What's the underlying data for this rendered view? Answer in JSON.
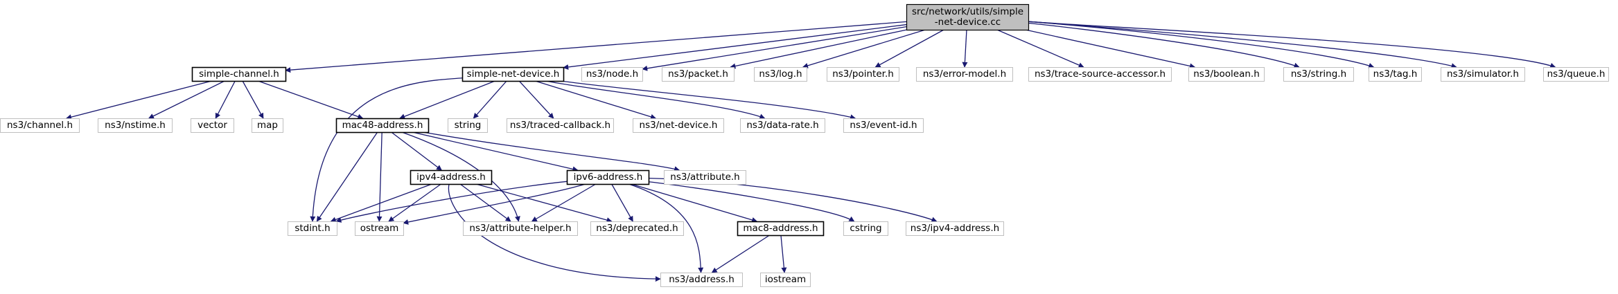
{
  "graph": {
    "colors": {
      "edge": "#191970",
      "root_fill": "#bfbfbf",
      "gray_border": "#bfbfbf",
      "black_border": "#000000"
    },
    "nodes": [
      {
        "id": "root",
        "lines": [
          "src/network/utils/simple",
          "-net-device.cc"
        ],
        "style": "root"
      },
      {
        "id": "simple-channel",
        "lines": [
          "simple-channel.h"
        ],
        "style": "black"
      },
      {
        "id": "simple-net-device",
        "lines": [
          "simple-net-device.h"
        ],
        "style": "black"
      },
      {
        "id": "node",
        "lines": [
          "ns3/node.h"
        ],
        "style": "gray"
      },
      {
        "id": "packet",
        "lines": [
          "ns3/packet.h"
        ],
        "style": "gray"
      },
      {
        "id": "log",
        "lines": [
          "ns3/log.h"
        ],
        "style": "gray"
      },
      {
        "id": "pointer",
        "lines": [
          "ns3/pointer.h"
        ],
        "style": "gray"
      },
      {
        "id": "error-model",
        "lines": [
          "ns3/error-model.h"
        ],
        "style": "gray"
      },
      {
        "id": "trace-source-accessor",
        "lines": [
          "ns3/trace-source-accessor.h"
        ],
        "style": "gray"
      },
      {
        "id": "boolean",
        "lines": [
          "ns3/boolean.h"
        ],
        "style": "gray"
      },
      {
        "id": "string-h",
        "lines": [
          "ns3/string.h"
        ],
        "style": "gray"
      },
      {
        "id": "tag",
        "lines": [
          "ns3/tag.h"
        ],
        "style": "gray"
      },
      {
        "id": "simulator",
        "lines": [
          "ns3/simulator.h"
        ],
        "style": "gray"
      },
      {
        "id": "queue",
        "lines": [
          "ns3/queue.h"
        ],
        "style": "gray"
      },
      {
        "id": "channel",
        "lines": [
          "ns3/channel.h"
        ],
        "style": "gray"
      },
      {
        "id": "nstime",
        "lines": [
          "ns3/nstime.h"
        ],
        "style": "gray"
      },
      {
        "id": "vector",
        "lines": [
          "vector"
        ],
        "style": "gray"
      },
      {
        "id": "map",
        "lines": [
          "map"
        ],
        "style": "gray"
      },
      {
        "id": "mac48",
        "lines": [
          "mac48-address.h"
        ],
        "style": "black"
      },
      {
        "id": "string",
        "lines": [
          "string"
        ],
        "style": "gray"
      },
      {
        "id": "traced-callback",
        "lines": [
          "ns3/traced-callback.h"
        ],
        "style": "gray"
      },
      {
        "id": "net-device",
        "lines": [
          "ns3/net-device.h"
        ],
        "style": "gray"
      },
      {
        "id": "data-rate",
        "lines": [
          "ns3/data-rate.h"
        ],
        "style": "gray"
      },
      {
        "id": "event-id",
        "lines": [
          "ns3/event-id.h"
        ],
        "style": "gray"
      },
      {
        "id": "attribute",
        "lines": [
          "ns3/attribute.h"
        ],
        "style": "gray"
      },
      {
        "id": "ipv4",
        "lines": [
          "ipv4-address.h"
        ],
        "style": "black"
      },
      {
        "id": "ipv6",
        "lines": [
          "ipv6-address.h"
        ],
        "style": "black"
      },
      {
        "id": "stdint",
        "lines": [
          "stdint.h"
        ],
        "style": "gray"
      },
      {
        "id": "ostream",
        "lines": [
          "ostream"
        ],
        "style": "gray"
      },
      {
        "id": "attribute-helper",
        "lines": [
          "ns3/attribute-helper.h"
        ],
        "style": "gray"
      },
      {
        "id": "deprecated",
        "lines": [
          "ns3/deprecated.h"
        ],
        "style": "gray"
      },
      {
        "id": "mac8",
        "lines": [
          "mac8-address.h"
        ],
        "style": "black"
      },
      {
        "id": "cstring",
        "lines": [
          "cstring"
        ],
        "style": "gray"
      },
      {
        "id": "ns3-ipv4-address",
        "lines": [
          "ns3/ipv4-address.h"
        ],
        "style": "gray"
      },
      {
        "id": "address",
        "lines": [
          "ns3/address.h"
        ],
        "style": "gray"
      },
      {
        "id": "iostream",
        "lines": [
          "iostream"
        ],
        "style": "gray"
      }
    ],
    "edges": [
      [
        "root",
        "simple-channel"
      ],
      [
        "root",
        "simple-net-device"
      ],
      [
        "root",
        "node"
      ],
      [
        "root",
        "packet"
      ],
      [
        "root",
        "log"
      ],
      [
        "root",
        "pointer"
      ],
      [
        "root",
        "error-model"
      ],
      [
        "root",
        "trace-source-accessor"
      ],
      [
        "root",
        "boolean"
      ],
      [
        "root",
        "string-h"
      ],
      [
        "root",
        "tag"
      ],
      [
        "root",
        "simulator"
      ],
      [
        "root",
        "queue"
      ],
      [
        "simple-channel",
        "channel"
      ],
      [
        "simple-channel",
        "nstime"
      ],
      [
        "simple-channel",
        "vector"
      ],
      [
        "simple-channel",
        "map"
      ],
      [
        "simple-channel",
        "mac48"
      ],
      [
        "simple-net-device",
        "mac48"
      ],
      [
        "simple-net-device",
        "string"
      ],
      [
        "simple-net-device",
        "traced-callback"
      ],
      [
        "simple-net-device",
        "net-device"
      ],
      [
        "simple-net-device",
        "data-rate"
      ],
      [
        "simple-net-device",
        "event-id"
      ],
      [
        "simple-net-device",
        "stdint"
      ],
      [
        "mac48",
        "attribute"
      ],
      [
        "mac48",
        "ipv4"
      ],
      [
        "mac48",
        "ipv6"
      ],
      [
        "mac48",
        "stdint"
      ],
      [
        "mac48",
        "ostream"
      ],
      [
        "mac48",
        "attribute-helper"
      ],
      [
        "ipv4",
        "stdint"
      ],
      [
        "ipv4",
        "ostream"
      ],
      [
        "ipv4",
        "attribute-helper"
      ],
      [
        "ipv4",
        "deprecated"
      ],
      [
        "ipv4",
        "address"
      ],
      [
        "ipv6",
        "stdint"
      ],
      [
        "ipv6",
        "ostream"
      ],
      [
        "ipv6",
        "attribute-helper"
      ],
      [
        "ipv6",
        "deprecated"
      ],
      [
        "ipv6",
        "mac8"
      ],
      [
        "ipv6",
        "cstring"
      ],
      [
        "ipv6",
        "ns3-ipv4-address"
      ],
      [
        "ipv6",
        "address"
      ],
      [
        "mac8",
        "address"
      ],
      [
        "mac8",
        "iostream"
      ]
    ]
  }
}
